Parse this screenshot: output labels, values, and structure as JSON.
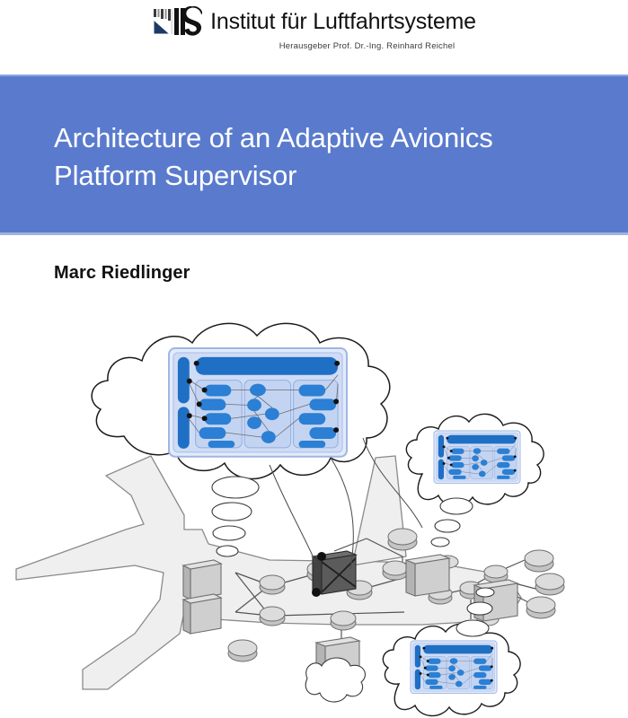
{
  "publisher": {
    "logo_icon": "ils-logo-icon",
    "name": "Institut für Luftfahrtsysteme",
    "editor_line": "Herausgeber Prof. Dr.-Ing. Reinhard Reichel"
  },
  "title": {
    "line1": "Architecture of an Adaptive Avionics",
    "line2": "Platform Supervisor",
    "full": "Architecture of an Adaptive Avionics Platform Supervisor"
  },
  "author": {
    "name": "Marc Riedlinger"
  },
  "colors": {
    "band_blue": "#5a7bcd",
    "band_edge_light": "#9fb2e0",
    "title_white": "#ffffff",
    "text_black": "#111111",
    "diagram_blue_dark": "#1f6fc4",
    "diagram_blue_mid": "#2b7fd4",
    "diagram_blue_light": "#b9cdf0",
    "diagram_panel": "#cfdcf5",
    "aircraft_fill": "#eeeeee",
    "aircraft_stroke": "#777777",
    "node_gray": "#c9c9c9",
    "node_dark": "#4a4a4a"
  },
  "illustration": {
    "name": "adaptive-avionics-platform-illustration",
    "description": "Aircraft silhouette with distributed avionics network nodes and three thought clouds each containing a platform supervisor architecture diagram",
    "clouds": [
      {
        "id": "cloud-main",
        "label": "main-architecture-cloud"
      },
      {
        "id": "cloud-right",
        "label": "right-architecture-cloud"
      },
      {
        "id": "cloud-bottom",
        "label": "bottom-architecture-cloud"
      }
    ],
    "aircraft": {
      "label": "aircraft-silhouette"
    },
    "network": {
      "modules": 4,
      "switches": 6,
      "terminals": 9,
      "failed_module_marker": "x-crossed-dark-module"
    }
  }
}
